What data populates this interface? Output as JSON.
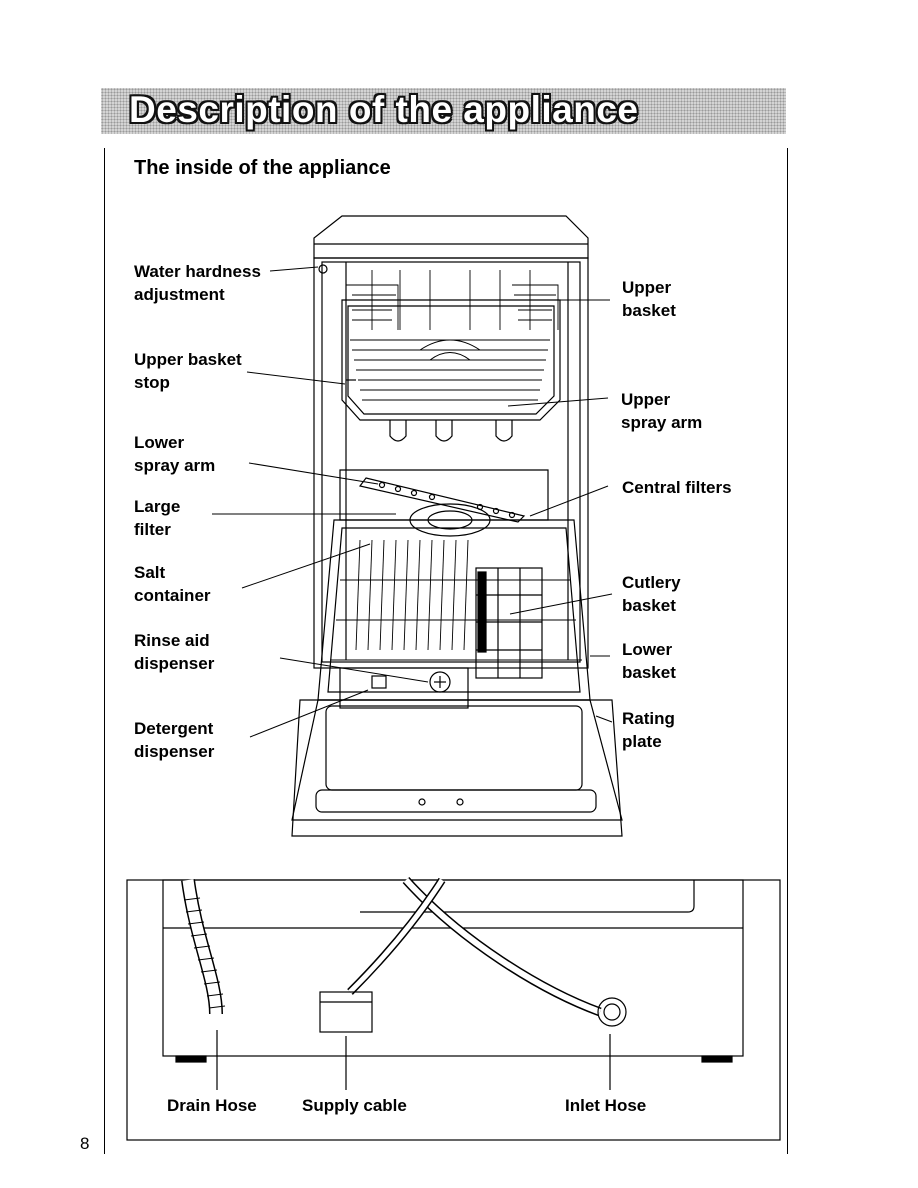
{
  "header": {
    "title": "Description of the appliance"
  },
  "section": {
    "title": "The inside of the appliance"
  },
  "labels": {
    "water_hardness": "Water hardness\nadjustment",
    "upper_basket_stop": "Upper basket\nstop",
    "lower_spray_arm": "Lower\nspray arm",
    "large_filter": "Large\nfilter",
    "salt_container": "Salt\ncontainer",
    "rinse_aid": "Rinse aid\ndispenser",
    "detergent": "Detergent\ndispenser",
    "upper_basket": "Upper\nbasket",
    "upper_spray_arm": "Upper\nspray arm",
    "central_filters": "Central filters",
    "cutlery_basket": "Cutlery\nbasket",
    "lower_basket": "Lower\nbasket",
    "rating_plate": "Rating\nplate"
  },
  "rear_labels": {
    "drain_hose": "Drain Hose",
    "supply_cable": "Supply cable",
    "inlet_hose": "Inlet Hose"
  },
  "page_number": "8"
}
